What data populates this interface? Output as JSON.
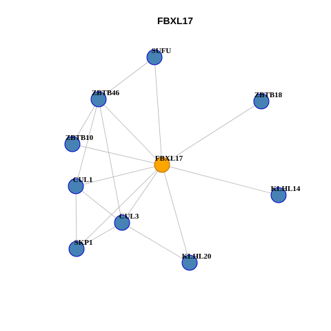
{
  "title": "FBXL17",
  "colors": {
    "center_fill": "#FFA500",
    "center_stroke": "#B36B00",
    "node_fill": "#4682B4",
    "node_stroke": "#0000CD",
    "edge": "#b3b3b3"
  },
  "nodes": [
    {
      "id": "FBXL17",
      "label": "FBXL17",
      "center": true
    },
    {
      "id": "SUFU",
      "label": "SUFU"
    },
    {
      "id": "ZBTB46",
      "label": "ZBTB46"
    },
    {
      "id": "ZBTB18",
      "label": "ZBTB18"
    },
    {
      "id": "ZBTB10",
      "label": "ZBTB10"
    },
    {
      "id": "CUL1",
      "label": "CUL1"
    },
    {
      "id": "KLHL14",
      "label": "KLHL14"
    },
    {
      "id": "CUL3",
      "label": "CUL3"
    },
    {
      "id": "SKP1",
      "label": "SKP1"
    },
    {
      "id": "KLHL20",
      "label": "KLHL20"
    }
  ],
  "edges": [
    [
      "SUFU",
      "ZBTB46"
    ],
    [
      "SUFU",
      "FBXL17"
    ],
    [
      "ZBTB46",
      "FBXL17"
    ],
    [
      "ZBTB46",
      "ZBTB10"
    ],
    [
      "ZBTB46",
      "CUL1"
    ],
    [
      "ZBTB46",
      "CUL3"
    ],
    [
      "ZBTB18",
      "FBXL17"
    ],
    [
      "ZBTB10",
      "FBXL17"
    ],
    [
      "CUL1",
      "FBXL17"
    ],
    [
      "CUL1",
      "CUL3"
    ],
    [
      "CUL1",
      "SKP1"
    ],
    [
      "FBXL17",
      "KLHL14"
    ],
    [
      "FBXL17",
      "CUL3"
    ],
    [
      "FBXL17",
      "SKP1"
    ],
    [
      "FBXL17",
      "KLHL20"
    ],
    [
      "CUL3",
      "SKP1"
    ],
    [
      "CUL3",
      "KLHL20"
    ]
  ]
}
